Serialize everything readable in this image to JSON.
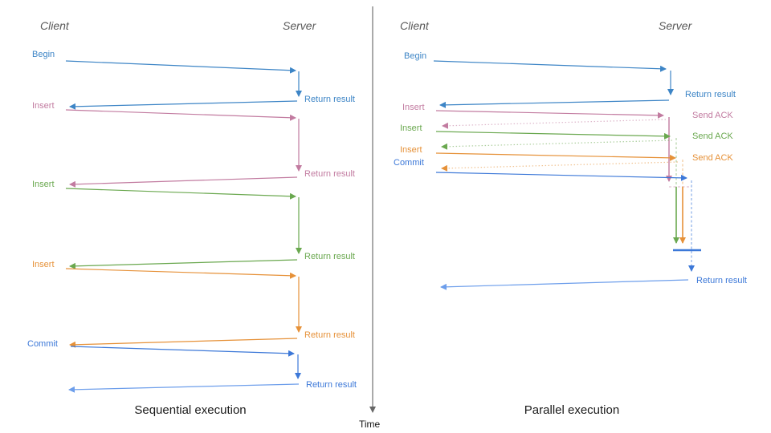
{
  "colors": {
    "blue": "#3d85c6",
    "pink": "#c27ba0",
    "green": "#6aa84f",
    "orange": "#e69138",
    "royal": "#3c78d8",
    "lightblue": "#6d9eeb",
    "axis_gray": "#666666",
    "header_gray": "#595959",
    "title_black": "#1a1a1a"
  },
  "time_axis": {
    "label": "Time"
  },
  "left": {
    "title": "Sequential execution",
    "client_header": "Client",
    "server_header": "Server",
    "messages": [
      {
        "label": "Begin",
        "return_label": "Return result"
      },
      {
        "label": "Insert",
        "return_label": "Return result"
      },
      {
        "label": "Insert",
        "return_label": "Return result"
      },
      {
        "label": "Insert",
        "return_label": "Return result"
      },
      {
        "label": "Commit",
        "return_label": "Return result"
      }
    ]
  },
  "right": {
    "title": "Parallel execution",
    "client_header": "Client",
    "server_header": "Server",
    "messages": [
      {
        "label": "Begin",
        "return_label": "Return result"
      },
      {
        "label": "Insert",
        "ack_label": "Send ACK"
      },
      {
        "label": "Insert",
        "ack_label": "Send ACK"
      },
      {
        "label": "Insert",
        "ack_label": "Send ACK"
      },
      {
        "label": "Commit",
        "return_label": "Return result"
      }
    ]
  }
}
